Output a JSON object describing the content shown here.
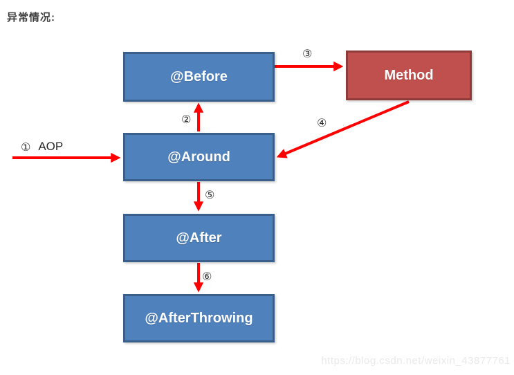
{
  "title": "异常情况:",
  "watermark": "https://blog.csdn.net/weixin_43877761",
  "colors": {
    "blue_fill": "#4f81bd",
    "blue_border": "#3a5f8b",
    "red_fill": "#c0504d",
    "red_border": "#8e3b39",
    "arrow": "#ff0000",
    "title_text": "#3c3c3c",
    "box_text": "#ffffff",
    "watermark_text": "#e9e9e9"
  },
  "nodes": {
    "before": {
      "label": "@Before"
    },
    "method": {
      "label": "Method"
    },
    "around": {
      "label": "@Around"
    },
    "after": {
      "label": "@After"
    },
    "afterThrowing": {
      "label": "@AfterThrowing"
    }
  },
  "arrows": {
    "step1": {
      "num": "①",
      "label": "AOP",
      "from": "start",
      "to": "around"
    },
    "step2": {
      "num": "②",
      "from": "around",
      "to": "before"
    },
    "step3": {
      "num": "③",
      "from": "before",
      "to": "method"
    },
    "step4": {
      "num": "④",
      "from": "method",
      "to": "around"
    },
    "step5": {
      "num": "⑤",
      "from": "around",
      "to": "after"
    },
    "step6": {
      "num": "⑥",
      "from": "after",
      "to": "afterThrowing"
    }
  }
}
